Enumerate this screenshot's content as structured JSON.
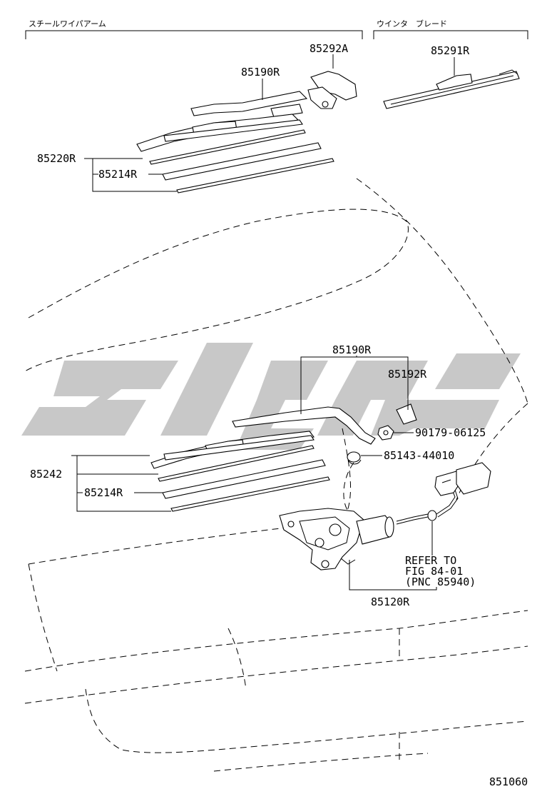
{
  "headers": {
    "steel_arm": "スチールワイパアーム",
    "winter_blade": "ウインタ　ブレード"
  },
  "part_numbers": {
    "p85292A": "85292A",
    "p85291R": "85291R",
    "p85190R_top": "85190R",
    "p85220R": "85220R",
    "p85214R_top": "85214R",
    "p85190R_rear": "85190R",
    "p85192R": "85192R",
    "p90179": "90179-06125",
    "p85143": "85143-44010",
    "p85242": "85242",
    "p85214R_rear": "85214R",
    "p85120R": "85120R"
  },
  "refer_note": {
    "line1": "REFER TO",
    "line2": "FIG 84-01",
    "line3": "(PNC 85940)"
  },
  "figure_number": "851060",
  "watermark_color": "#c8c8c8"
}
